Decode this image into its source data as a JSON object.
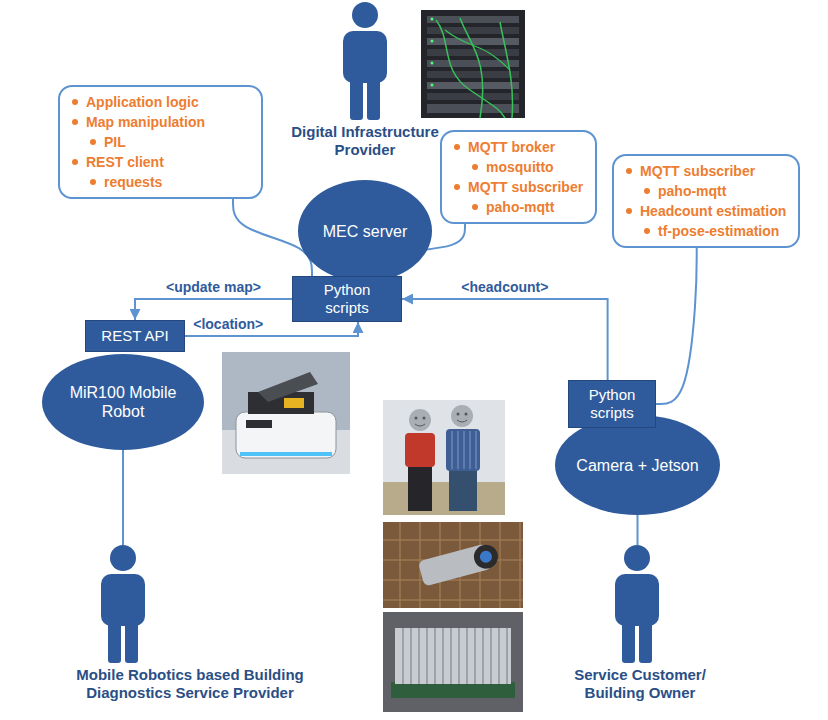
{
  "diagram": {
    "nodes": [
      {
        "text": [
          "Digital Infrastructure Provider"
        ]
      },
      {
        "text": [
          "Application logic",
          "Map manipulation",
          "PIL",
          "REST client",
          "requests"
        ]
      },
      {
        "text": [
          "MQTT broker",
          "mosquitto",
          "MQTT subscriber",
          "paho-mqtt"
        ]
      },
      {
        "text": [
          "MEC server"
        ]
      },
      {
        "text": [
          "MQTT subscriber",
          "paho-mqtt",
          "Headcount estimation",
          "tf-pose-estimation"
        ]
      },
      {
        "text": [
          "Python scripts"
        ]
      },
      {
        "text": [
          "REST API"
        ]
      },
      {
        "text": [
          "Python scripts"
        ]
      },
      {
        "text": [
          "MiR100 Mobile Robot"
        ]
      },
      {
        "text": [
          "Camera + Jetson"
        ]
      },
      {
        "text": [
          "Mobile Robotics based Building Diagnostics Service Provider"
        ]
      },
      {
        "text": [
          "Service Customer/ Building Owner"
        ]
      }
    ],
    "edges": [
      {
        "from": 1,
        "to": 5,
        "arrow": "none"
      },
      {
        "from": 2,
        "to": 5,
        "arrow": "none"
      },
      {
        "from": 4,
        "to": 7,
        "arrow": "none"
      },
      {
        "from": 5,
        "to": 6,
        "label": "<update map>",
        "arrow": "to"
      },
      {
        "from": 6,
        "to": 5,
        "label": "<location>",
        "arrow": "to"
      },
      {
        "from": 7,
        "to": 5,
        "label": "<headcount>",
        "arrow": "to"
      },
      {
        "from": 8,
        "to": 10,
        "arrow": "none"
      },
      {
        "from": 9,
        "to": 11,
        "arrow": "none"
      }
    ]
  }
}
